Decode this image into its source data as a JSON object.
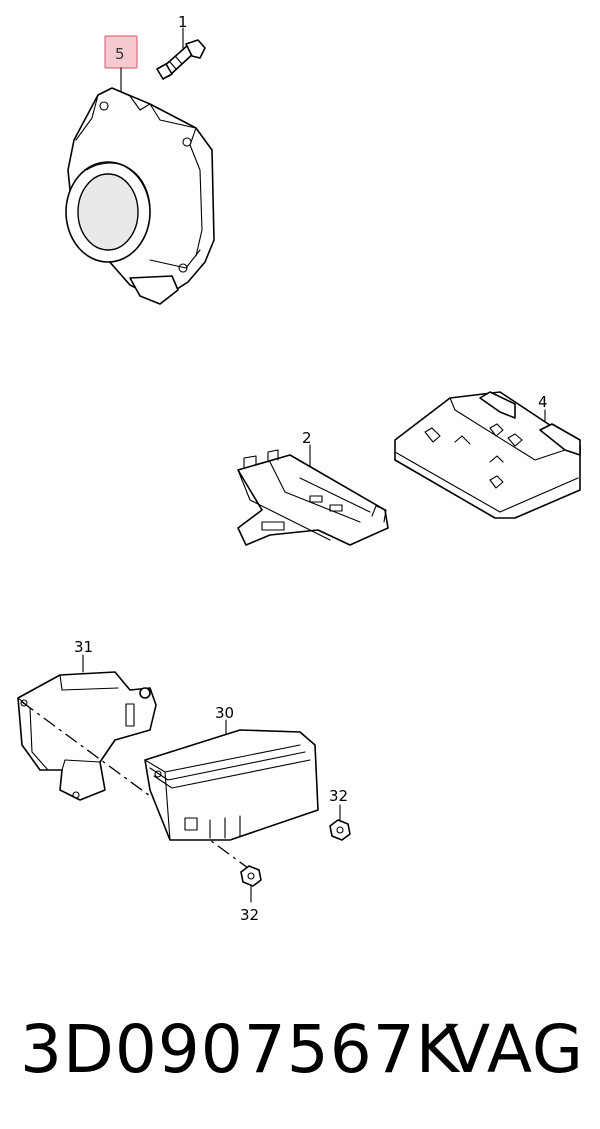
{
  "callouts": {
    "c1": "1",
    "c5": "5",
    "c2": "2",
    "c4": "4",
    "c31": "31",
    "c30": "30",
    "c32a": "32",
    "c32b": "32"
  },
  "highlight_color": "#f6c9cf",
  "highlight_border": "#d9707f",
  "footer": {
    "part_number": "3D0907567K",
    "brand": "VAG"
  }
}
